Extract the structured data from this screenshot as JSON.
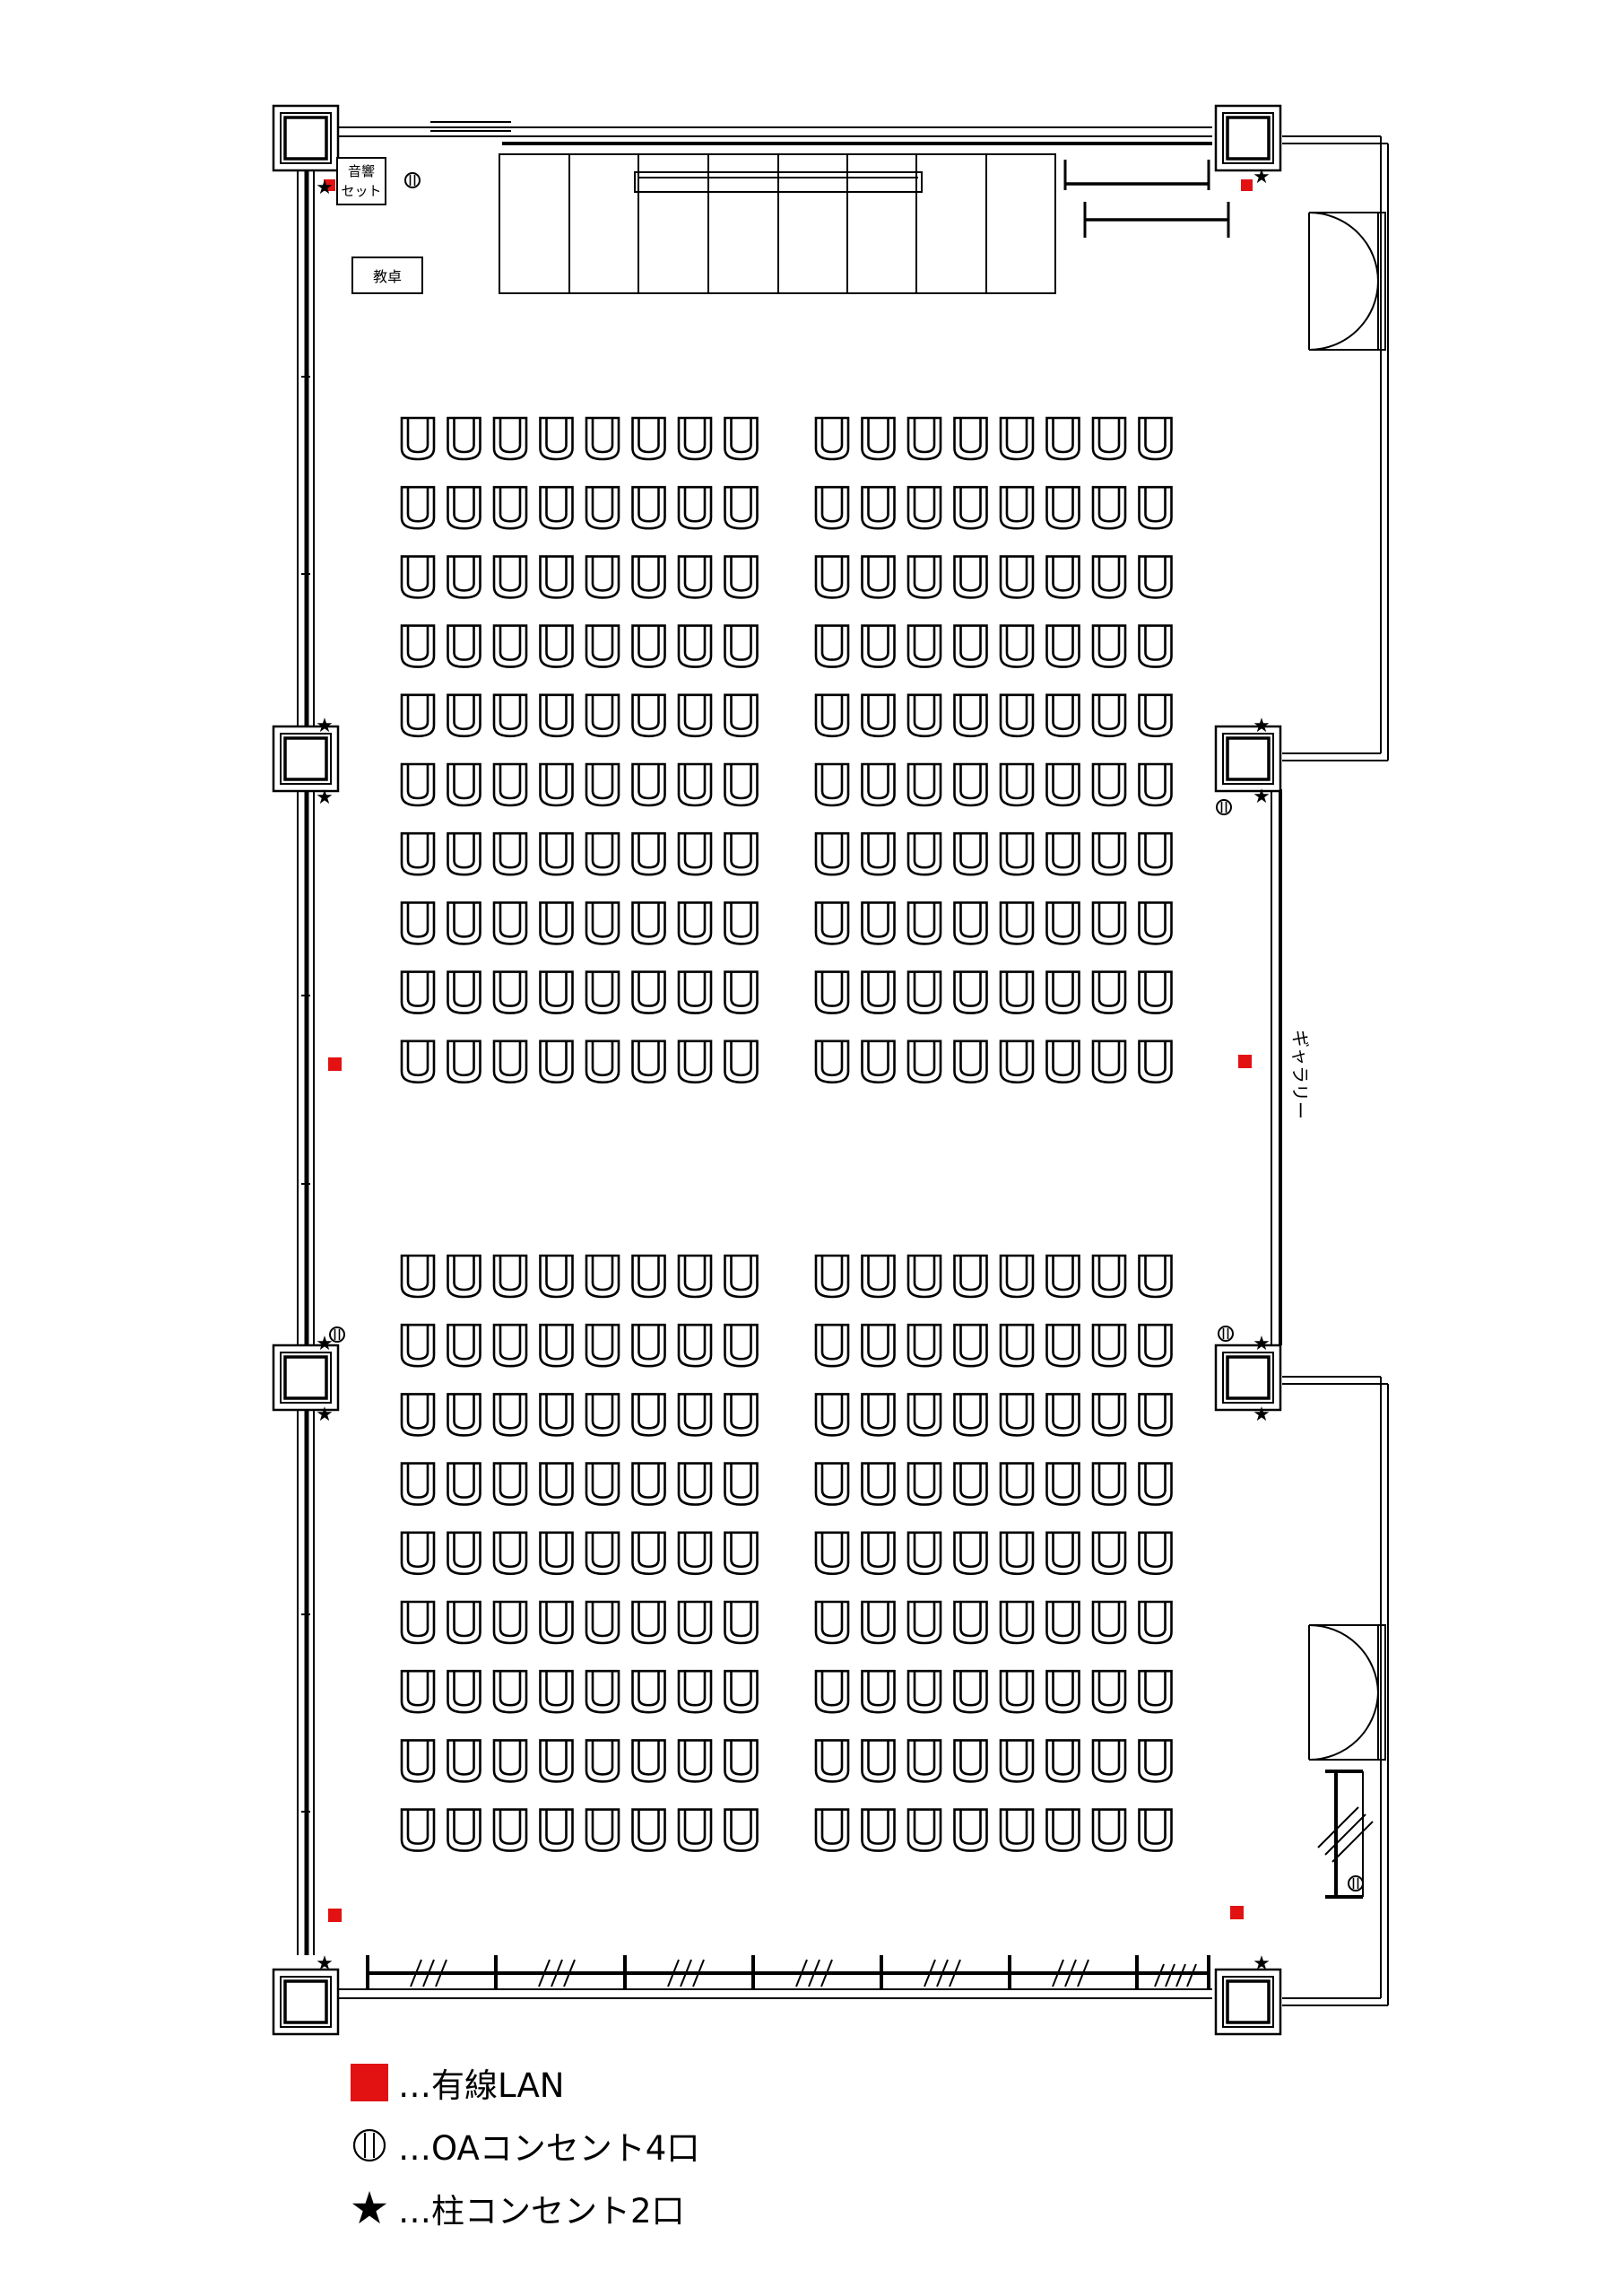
{
  "room": {
    "labels": {
      "audio_set_line1": "音響",
      "audio_set_line2": "セット",
      "podium": "教卓",
      "gallery": "ギャラリー"
    },
    "colors": {
      "lan": "#e21212",
      "line": "#000000"
    },
    "seating": {
      "blocks": 4,
      "rows_per_block": [
        10,
        10,
        9,
        9
      ],
      "seats_per_row": 8
    }
  },
  "legend": {
    "lan": {
      "icon": "red-square-icon",
      "label": "…有線LAN"
    },
    "oa": {
      "icon": "oa-outlet-icon",
      "label": "…OAコンセント4口"
    },
    "pillar": {
      "icon": "star-icon",
      "symbol": "★",
      "label": "…柱コンセント2口"
    }
  }
}
